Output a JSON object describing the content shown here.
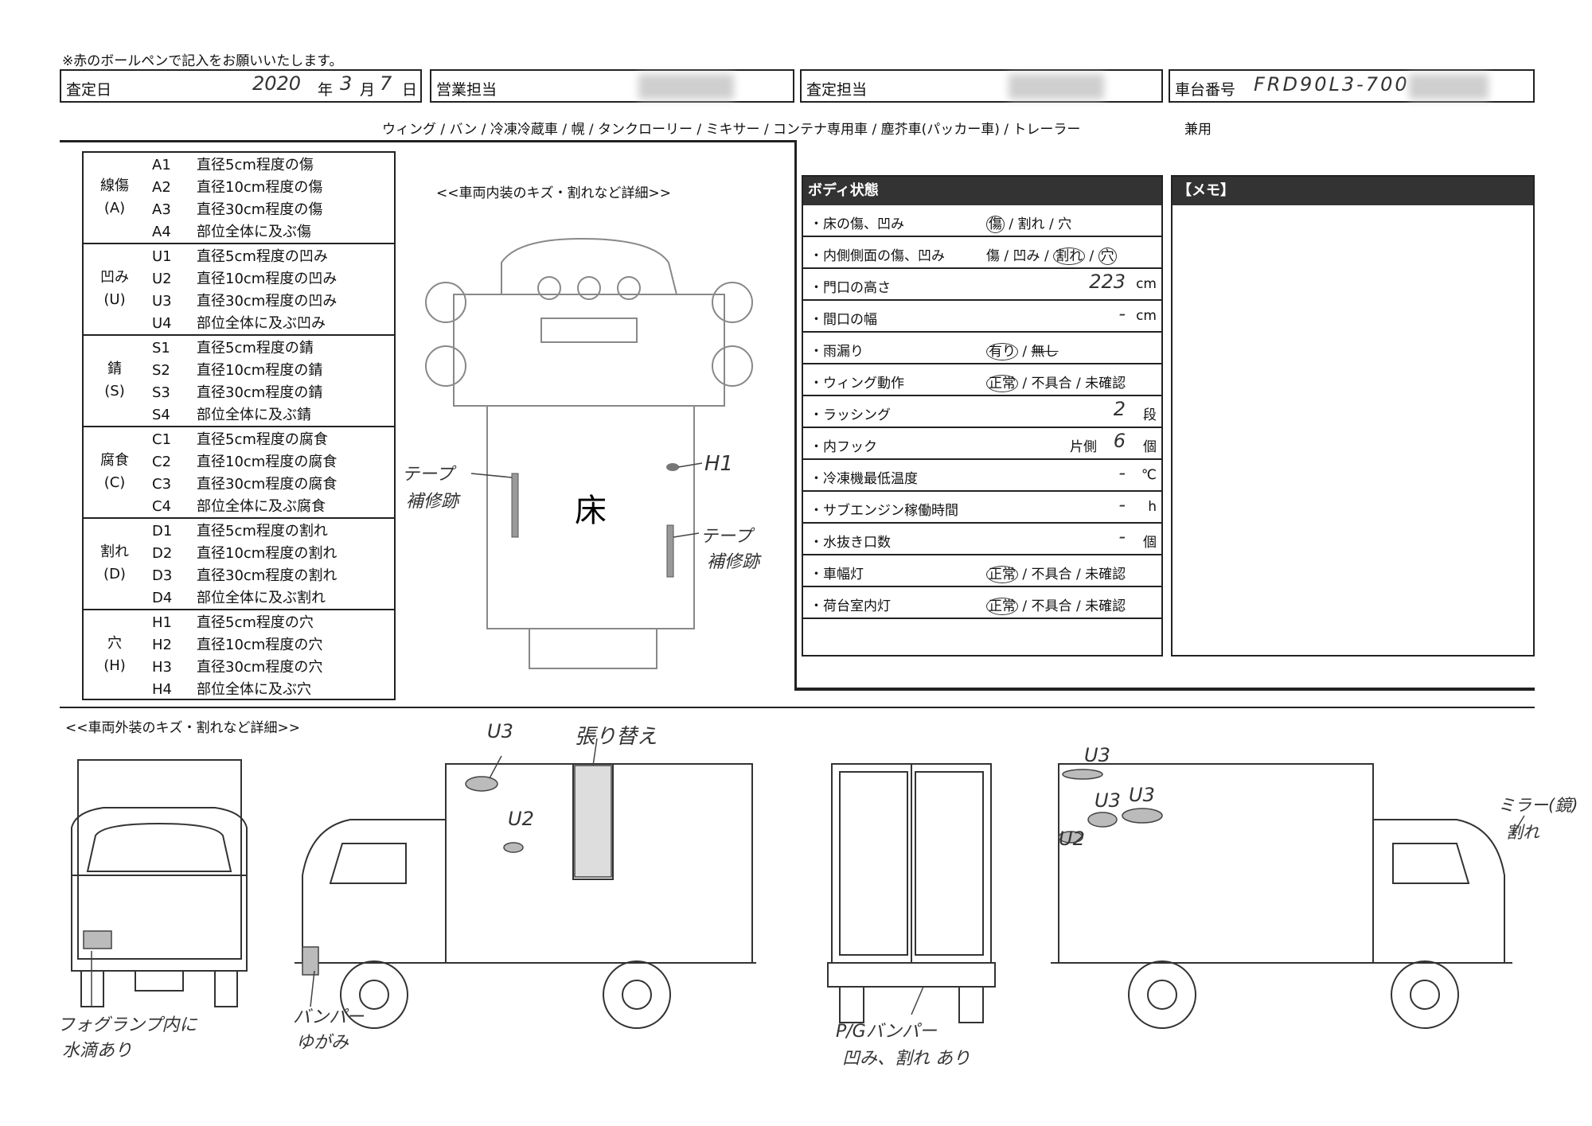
{
  "header": {
    "notice": "※赤のボールペンで記入をお願いいたします。",
    "assessment_date_label": "査定日",
    "year": "2020",
    "year_unit": "年",
    "month": "3",
    "month_unit": "月",
    "day": "7",
    "day_unit": "日",
    "sales_rep_label": "営業担当",
    "assessor_label": "査定担当",
    "chassis_label": "車台番号",
    "chassis_value": "FRD90L3-700"
  },
  "vehicle_types": "ウィング / バン / 冷凍冷蔵車 / 幌 / タンクローリー / ミキサー / コンテナ専用車 / 塵芥車(パッカー車) / トレーラー",
  "vehicle_types_extra": "兼用",
  "legend": [
    {
      "cat": "線傷",
      "code": "(A)",
      "rows": [
        [
          "A1",
          "直径5cm程度の傷"
        ],
        [
          "A2",
          "直径10cm程度の傷"
        ],
        [
          "A3",
          "直径30cm程度の傷"
        ],
        [
          "A4",
          "部位全体に及ぶ傷"
        ]
      ]
    },
    {
      "cat": "凹み",
      "code": "(U)",
      "rows": [
        [
          "U1",
          "直径5cm程度の凹み"
        ],
        [
          "U2",
          "直径10cm程度の凹み"
        ],
        [
          "U3",
          "直径30cm程度の凹み"
        ],
        [
          "U4",
          "部位全体に及ぶ凹み"
        ]
      ]
    },
    {
      "cat": "錆",
      "code": "(S)",
      "rows": [
        [
          "S1",
          "直径5cm程度の錆"
        ],
        [
          "S2",
          "直径10cm程度の錆"
        ],
        [
          "S3",
          "直径30cm程度の錆"
        ],
        [
          "S4",
          "部位全体に及ぶ錆"
        ]
      ]
    },
    {
      "cat": "腐食",
      "code": "(C)",
      "rows": [
        [
          "C1",
          "直径5cm程度の腐食"
        ],
        [
          "C2",
          "直径10cm程度の腐食"
        ],
        [
          "C3",
          "直径30cm程度の腐食"
        ],
        [
          "C4",
          "部位全体に及ぶ腐食"
        ]
      ]
    },
    {
      "cat": "割れ",
      "code": "(D)",
      "rows": [
        [
          "D1",
          "直径5cm程度の割れ"
        ],
        [
          "D2",
          "直径10cm程度の割れ"
        ],
        [
          "D3",
          "直径30cm程度の割れ"
        ],
        [
          "D4",
          "部位全体に及ぶ割れ"
        ]
      ]
    },
    {
      "cat": "穴",
      "code": "(H)",
      "rows": [
        [
          "H1",
          "直径5cm程度の穴"
        ],
        [
          "H2",
          "直径10cm程度の穴"
        ],
        [
          "H3",
          "直径30cm程度の穴"
        ],
        [
          "H4",
          "部位全体に及ぶ穴"
        ]
      ]
    }
  ],
  "interior": {
    "title": "<<車両内装のキズ・割れなど詳細>>",
    "floor_label": "床",
    "note_left_1": "テープ",
    "note_left_2": "補修跡",
    "note_right_1": "テープ",
    "note_right_2": "補修跡",
    "mark_h1": "H1"
  },
  "body_status": {
    "title": "ボディ状態",
    "rows": [
      {
        "label": "・床の傷、凹み",
        "options": [
          "傷",
          "割れ",
          "穴"
        ],
        "circled": [
          0
        ]
      },
      {
        "label": "・内側側面の傷、凹み",
        "options": [
          "傷",
          "凹み",
          "割れ",
          "穴"
        ],
        "circled": [
          2,
          3
        ]
      },
      {
        "label": "・門口の高さ",
        "value": "223",
        "unit": "cm"
      },
      {
        "label": "・間口の幅",
        "value": "-",
        "unit": "cm"
      },
      {
        "label": "・雨漏り",
        "options": [
          "有り",
          "無し"
        ],
        "circled": [
          0
        ],
        "struck": [
          1
        ]
      },
      {
        "label": "・ウィング動作",
        "options": [
          "正常",
          "不具合",
          "未確認"
        ],
        "circled": [
          0
        ]
      },
      {
        "label": "・ラッシング",
        "value": "2",
        "unit": "段"
      },
      {
        "label": "・内フック",
        "prefix": "片側",
        "value": "6",
        "unit": "個"
      },
      {
        "label": "・冷凍機最低温度",
        "value": "-",
        "unit": "℃"
      },
      {
        "label": "・サブエンジン稼働時間",
        "value": "-",
        "unit": "h"
      },
      {
        "label": "・水抜き口数",
        "value": "-",
        "unit": "個"
      },
      {
        "label": "・車幅灯",
        "options": [
          "正常",
          "不具合",
          "未確認"
        ],
        "circled": [
          0
        ]
      },
      {
        "label": "・荷台室内灯",
        "options": [
          "正常",
          "不具合",
          "未確認"
        ],
        "circled": [
          0
        ]
      }
    ]
  },
  "memo": {
    "title": "【メモ】"
  },
  "exterior": {
    "title": "<<車両外装のキズ・割れなど詳細>>",
    "front_note_1": "フォグランプ内に",
    "front_note_2": "水滴あり",
    "bumper_note_1": "バンパー",
    "bumper_note_2": "ゆがみ",
    "left_u3": "U3",
    "left_u2": "U2",
    "left_replace": "張り替え",
    "rear_note_1": "P/Gバンパー",
    "rear_note_2": "凹み、割れ あり",
    "right_u3_a": "U3",
    "right_u3_b": "U3",
    "right_u3_c": "U3",
    "right_u2": "U2",
    "mirror_note_1": "ミラー(鏡)",
    "mirror_note_2": "割れ"
  }
}
